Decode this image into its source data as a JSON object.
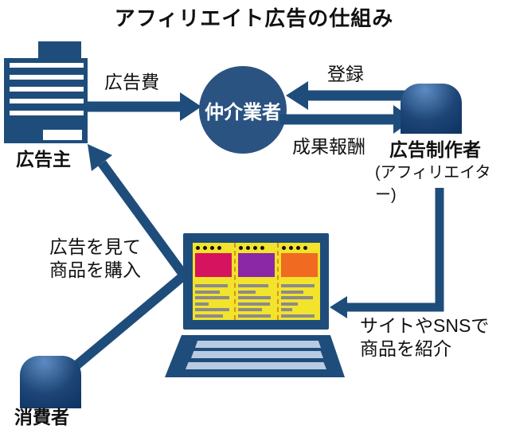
{
  "diagram": {
    "title": "アフィリエイト広告の仕組み",
    "nodes": {
      "advertiser": {
        "label": "広告主",
        "icon": "office-building-icon"
      },
      "intermediary": {
        "label": "仲介業者",
        "icon": "circle-node"
      },
      "creator": {
        "label": "広告制作者",
        "sublabel": "(アフィリエイター)",
        "icon": "person-icon"
      },
      "consumer": {
        "label": "消費者",
        "icon": "person-icon"
      },
      "laptop": {
        "icon": "laptop-with-ads-icon"
      }
    },
    "arrows": {
      "ad_fee": {
        "label": "広告費",
        "from": "advertiser",
        "to": "intermediary",
        "direction": "right"
      },
      "registration": {
        "label": "登録",
        "from": "creator",
        "to": "intermediary",
        "direction": "left"
      },
      "reward": {
        "label": "成果報酬",
        "from": "intermediary",
        "to": "creator",
        "direction": "right"
      },
      "purchase": {
        "label": "広告を見て\n商品を購入",
        "from": "consumer",
        "to": "advertiser",
        "direction": "bent-up-left"
      },
      "introduce": {
        "label": "サイトやSNSで\n商品を紹介",
        "from": "creator",
        "to": "laptop",
        "direction": "elbow-down-left"
      }
    },
    "laptop": {
      "columns": [
        {
          "name": "ad-column-1",
          "dots": 4,
          "tile_color": "#d6135f",
          "line_widths": [
            90,
            68,
            93,
            38,
            93,
            76
          ]
        },
        {
          "name": "ad-column-2",
          "dots": 4,
          "tile_color": "#8a28a5",
          "line_widths": [
            83,
            48,
            90,
            86,
            66,
            90
          ]
        },
        {
          "name": "ad-column-3",
          "dots": 4,
          "tile_color": "#f06a22",
          "line_widths": [
            92,
            60,
            88,
            45,
            30,
            92
          ]
        }
      ]
    },
    "colors": {
      "navy": "#1e4d7b",
      "circle_navy": "#2a5382",
      "screen_yellow": "#f2e32c",
      "keyboard_key_blue": "#b9cbe3",
      "tile_pink": "#d6135f",
      "tile_purple": "#8a28a5",
      "tile_orange": "#f06a22",
      "text_line_gray": "#8b8b8b",
      "column_separator_orange": "#dd8f1e",
      "text_black": "#111111"
    }
  }
}
